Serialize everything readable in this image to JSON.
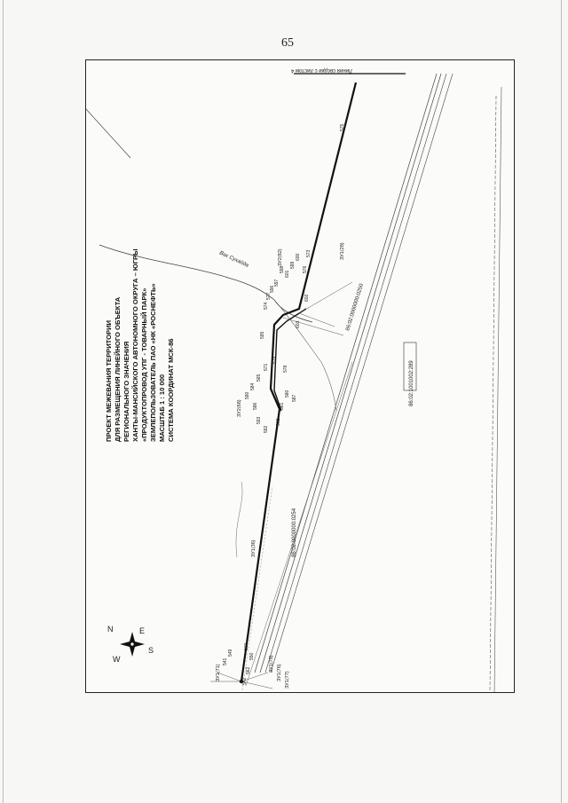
{
  "page": {
    "number": "65"
  },
  "map": {
    "title_lines": [
      "ПРОЕКТ МЕЖЕВАНИЯ ТЕРРИТОРИИ",
      "ДЛЯ РАЗМЕЩЕНИЯ ЛИНЕЙНОГО ОБЪЕКТА",
      "РЕГИОНАЛЬНОГО ЗНАЧЕНИЯ",
      "ХАНТЫ-МАНСИЙСКОГО АВТОНОМНОГО ОКРУГА – ЮГРЫ",
      "«ПРОДУКТОПРОВОД УПГ - ТОВАРНЫЙ ПАРК»",
      "ЗЕМЛЕПОЛЬЗОВАТЕЛЬ ПАО «НК «РОСНЕФТЬ»",
      "МАСШТАБ 1 : 10 000",
      "СИСТЕМА КООРДИНАТ МСК-86"
    ],
    "compass": {
      "n": "N",
      "e": "E",
      "s": "S",
      "w": "W"
    },
    "match_line_label": "Линия сводки с листом 4",
    "river_label": "Вах Сухайда",
    "cadastral_labels": {
      "c1": "86:02:0000000:0254",
      "c2": "86:02:0000000:0250",
      "c3": "86:02:1001002:289"
    },
    "plot_labels": {
      "zu71": "ЗУ1(71)",
      "zu76": "ЗУ1(76)",
      "zu77": "ЗУ1(77)",
      "zu78": "ЗУ1(78)",
      "zu36": "ЗУ1(36)",
      "zu68": "ЗУ2(68)",
      "zu82": "ЗУ2(82)",
      "zu28": "ЗУ1(28)"
    },
    "point_labels": {
      "p541": "541",
      "p549": "549",
      "p550": "550",
      "p560": "560",
      "p562a": "562",
      "p542": "542",
      "p575": "575",
      "p573": "573",
      "p576": "576",
      "p600": "600",
      "p599": "599",
      "p601": "601",
      "p598": "598",
      "p602": "602",
      "p603": "603",
      "p597": "597",
      "p596": "596",
      "p577": "577",
      "p574": "574",
      "p595": "595",
      "p578": "578",
      "p579": "579",
      "p571": "571",
      "p565": "565",
      "p584": "584",
      "p590": "590",
      "p586": "586",
      "p593": "593",
      "p592": "592",
      "p562": "562",
      "p561": "561",
      "p580": "580",
      "p587": "587"
    }
  }
}
